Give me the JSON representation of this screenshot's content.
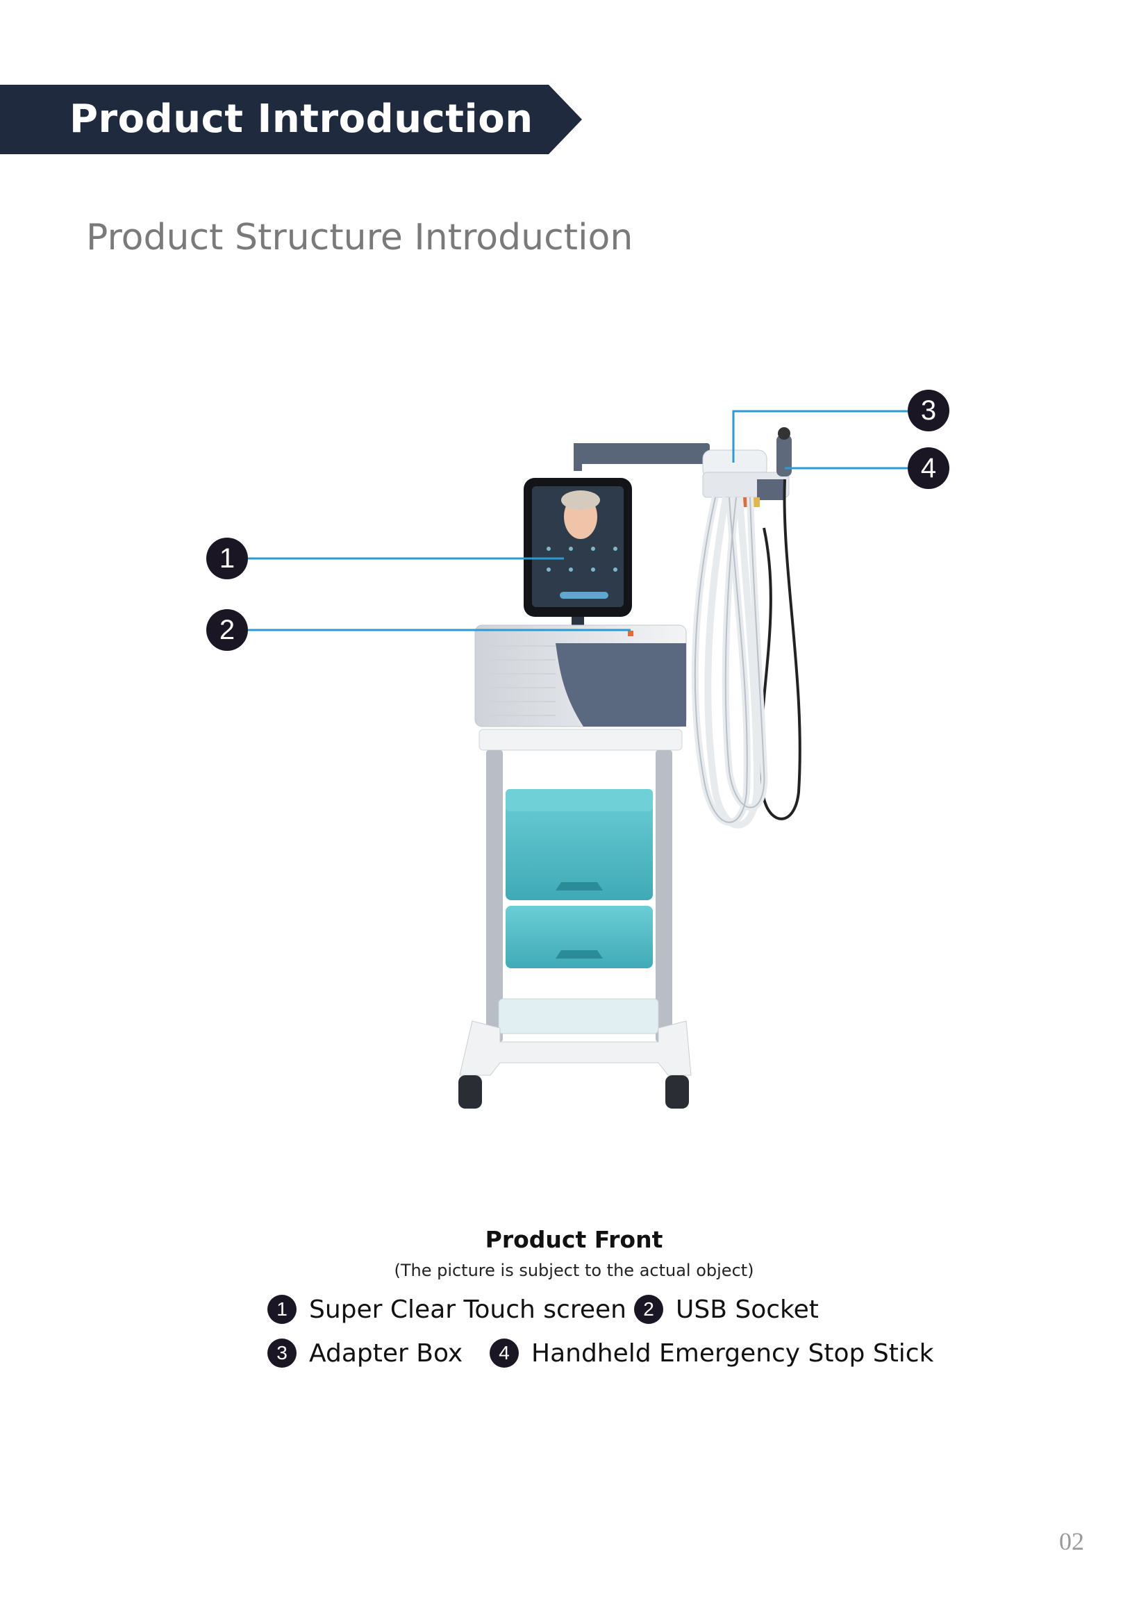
{
  "header": {
    "title": "Product Introduction"
  },
  "section": {
    "title": "Product Structure Introduction"
  },
  "figure": {
    "callouts": [
      "1",
      "2",
      "3",
      "4"
    ],
    "accent_line_color": "#2a9bd3",
    "drawer_color": "#3fb4bf"
  },
  "caption": {
    "title": "Product Front",
    "note": "(The picture is subject to the actual object)"
  },
  "legend": [
    {
      "num": "1",
      "label": "Super Clear Touch screen"
    },
    {
      "num": "2",
      "label": "USB Socket"
    },
    {
      "num": "3",
      "label": "Adapter Box"
    },
    {
      "num": "4",
      "label": "Handheld Emergency Stop Stick"
    }
  ],
  "page": {
    "number": "02"
  }
}
